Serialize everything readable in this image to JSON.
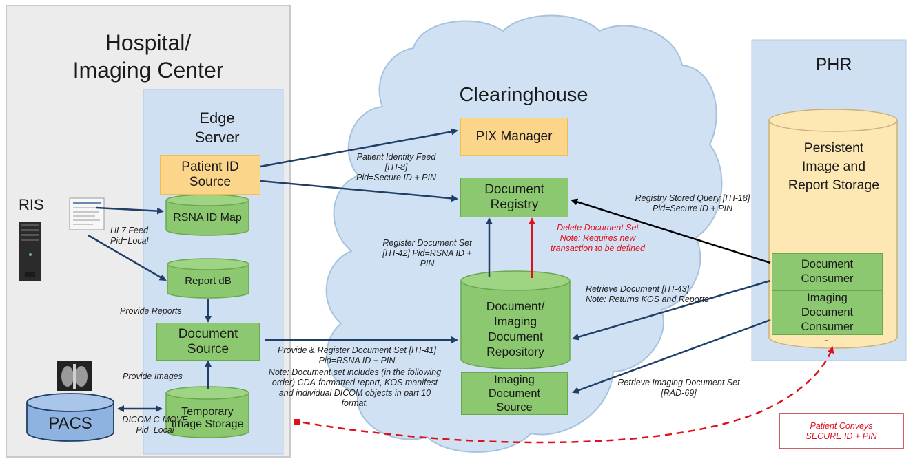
{
  "hospital": {
    "title": "Hospital/\nImaging Center",
    "edge_server": "Edge\nServer",
    "patient_id_source": "Patient ID\nSource",
    "rsna_id_map": "RSNA ID Map",
    "report_db": "Report dB",
    "document_source": "Document\nSource",
    "temporary_image_storage": "Temporary\nImage Storage",
    "ris": "RIS",
    "pacs": "PACS"
  },
  "clearinghouse": {
    "title": "Clearinghouse",
    "pix_manager": "PIX Manager",
    "document_registry": "Document\nRegistry",
    "repository": "Document/\nImaging\nDocument\nRepository",
    "imaging_document_source": "Imaging\nDocument\nSource"
  },
  "phr": {
    "title": "PHR",
    "storage": "Persistent\nImage  and\nReport Storage",
    "document_consumer": "Document\nConsumer",
    "imaging_document_consumer": "Imaging\nDocument\nConsumer",
    "dash": "-"
  },
  "labels": {
    "hl7_feed": "HL7 Feed\nPid=Local",
    "provide_reports": "Provide Reports",
    "provide_images": "Provide Images",
    "dicom_cmove": "DICOM C-MOVE\nPid=Local",
    "patient_identity_feed": "Patient Identity Feed\n[ITI-8]\nPid=Secure ID + PIN",
    "register_document_set": "Register Document Set\n[ITI-42] Pid=RSNA ID +\nPIN",
    "delete_document_set": "Delete Document Set\nNote: Requires new\ntransaction to be defined",
    "registry_stored_query": "Registry Stored Query [ITI-18]\nPid=Secure  ID + PIN",
    "retrieve_document": "Retrieve Document [ITI-43]\nNote: Returns KOS and Reports",
    "provide_register": "Provide & Register Document Set [ITI-41]\nPid=RSNA ID + PIN",
    "note_document_set": "Note: Document set includes (in the following\norder) CDA-formatted report, KOS manifest\nand individual DICOM objects in part 10\nformat.",
    "retrieve_imaging": "Retrieve Imaging Document Set\n[RAD-69]",
    "patient_conveys": "Patient Conveys\nSECURE ID + PIN"
  },
  "colors": {
    "hospital_bg": "#ececec",
    "panel_blue": "#cfe0f2",
    "cloud": "#cfe1f3",
    "green_box": "#8cc870",
    "yellow_box": "#fbd58a",
    "arrow_blue": "#1f3f66",
    "arrow_red": "#e0101a",
    "arrow_black": "#000000"
  }
}
